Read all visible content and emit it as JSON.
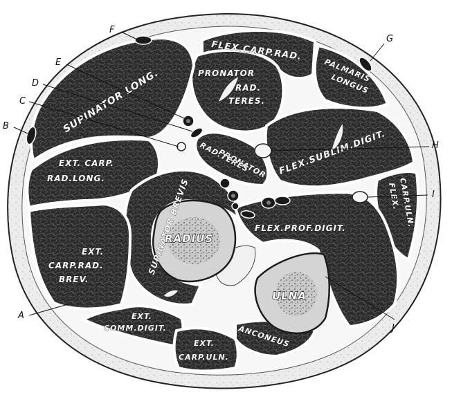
{
  "muscles": {
    "flex_carp_rad": "FLEX.CARP.RAD.",
    "pronator_rad_teres": [
      "PRONATOR",
      "RAD.",
      "TERES."
    ],
    "palmaris_longus": [
      "PALMARIS",
      "LONGUS"
    ],
    "supinator_long": "SUPINATOR LONG.",
    "pronator_rad_teres_lower": [
      "PRONATOR",
      "RAD.TERES"
    ],
    "flex_sublim_digit": "FLEX.SUBLIM.DIGIT.",
    "ext_carp_rad_long": [
      "EXT. CARP.",
      "RAD.LONG."
    ],
    "supinator_brevis": "SUPINATOR BREVIS",
    "flex_carp_ulnaris": [
      "FLEX.",
      "CARP.ULN."
    ],
    "flex_prof_digit": "FLEX.PROF.DIGIT.",
    "ext_carp_rad_brev": [
      "EXT.",
      "CARP.RAD.",
      "BREV."
    ],
    "ext_comm_digit": [
      "EXT.",
      "COMM.DIGIT."
    ],
    "anconeus": "ANCONEUS",
    "ext_carp_uln": [
      "EXT.",
      "CARP.ULN."
    ]
  },
  "bones": {
    "radius": "RADIUS",
    "ulna": "ULNA"
  },
  "letters": {
    "A": "A",
    "B": "B",
    "C": "C",
    "D": "D",
    "E": "E",
    "F": "F",
    "G": "G",
    "H": "H",
    "I": "I",
    "J": "J"
  }
}
